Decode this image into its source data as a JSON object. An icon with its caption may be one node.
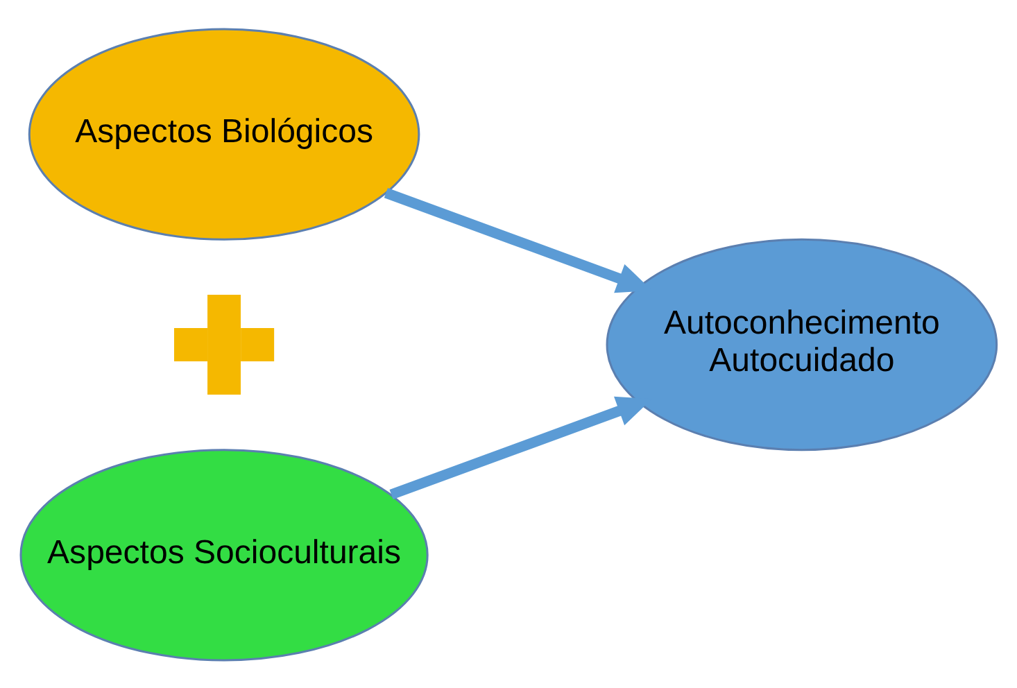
{
  "diagram": {
    "nodes": [
      {
        "text": [
          "Aspectos Biológicos"
        ]
      },
      {
        "text": [],
        "shape": "plus"
      },
      {
        "text": [
          "Aspectos Socioculturais"
        ]
      },
      {
        "text": [
          "Autoconhecimento",
          "Autocuidado"
        ]
      }
    ],
    "edges": [
      {
        "from": 0,
        "to": 3,
        "arrow": "to"
      },
      {
        "from": 2,
        "to": 3,
        "arrow": "to"
      }
    ]
  }
}
